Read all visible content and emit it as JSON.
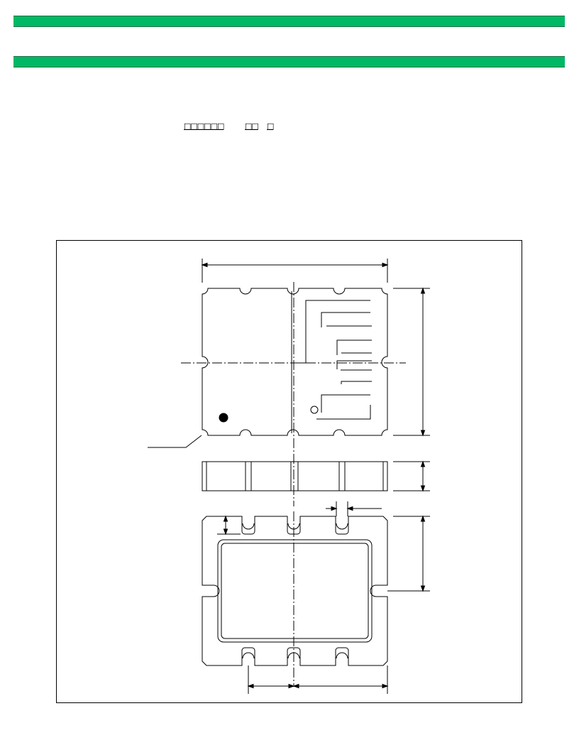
{
  "theme": {
    "accent": "#00b865",
    "line": "#000000"
  },
  "header": {
    "bars": [
      "top-banner",
      "section-banner"
    ]
  },
  "part_number_glyphs": {
    "group_a": "□□□□□□",
    "group_b": "□□",
    "group_c": "□"
  },
  "drawing": {
    "views": [
      "top-view",
      "side-view",
      "bottom-view"
    ],
    "pin1_marker": "filled-circle"
  }
}
